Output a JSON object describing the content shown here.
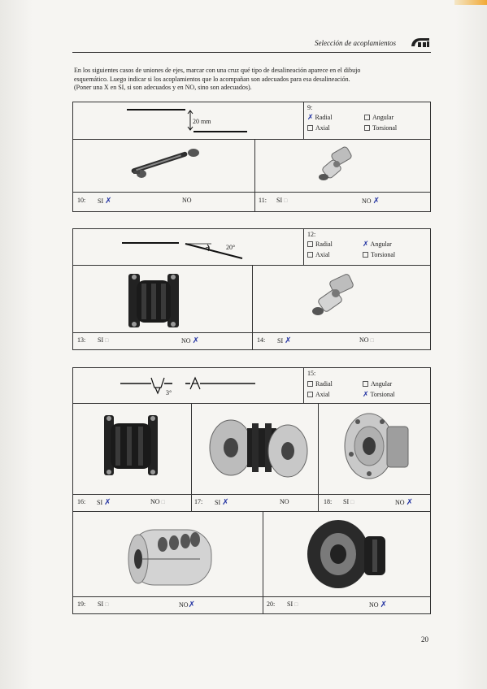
{
  "header": {
    "title": "Selección de acoplamientos"
  },
  "intro": {
    "lines": [
      "En los siguientes casos de uniones de ejes, marcar con una cruz qué tipo de desalineación aparece en el dibujo",
      "esquemático. Luego indicar si los acoplamientos que lo acompañan son adecuados para esa desalineación.",
      "(Poner una X en SI, si son adecuados y en NO, sino son adecuados)."
    ]
  },
  "q9": {
    "number": "9:",
    "dimension": "20 mm",
    "options": {
      "radial": "Radial",
      "angular": "Angular",
      "axial": "Axial",
      "torsional": "Torsional"
    },
    "marked": "radial"
  },
  "q10": {
    "number": "10:",
    "si": "SI",
    "no": "NO",
    "answer": "si"
  },
  "q11": {
    "number": "11:",
    "si": "SI",
    "no": "NO",
    "answer": "no"
  },
  "q12": {
    "number": "12:",
    "angle": "20°",
    "options": {
      "radial": "Radial",
      "angular": "Angular",
      "axial": "Axial",
      "torsional": "Torsional"
    },
    "marked": "angular"
  },
  "q13": {
    "number": "13:",
    "si": "SI",
    "no": "NO",
    "answer": "no"
  },
  "q14": {
    "number": "14:",
    "si": "SI",
    "no": "NO",
    "answer": "si"
  },
  "q15": {
    "number": "15:",
    "angle": "3°",
    "options": {
      "radial": "Radial",
      "angular": "Angular",
      "axial": "Axial",
      "torsional": "Torsional"
    },
    "marked": "torsional"
  },
  "q16": {
    "number": "16:",
    "si": "SI",
    "no": "NO",
    "answer": "si"
  },
  "q17": {
    "number": "17:",
    "si": "SI",
    "no": "NO",
    "answer": "si"
  },
  "q18": {
    "number": "18:",
    "si": "SI",
    "no": "NO",
    "answer": "no"
  },
  "q19": {
    "number": "19:",
    "si": "SI",
    "no": "NO",
    "answer": "no"
  },
  "q20": {
    "number": "20:",
    "si": "SI",
    "no": "NO",
    "answer": "no"
  },
  "page_number": "20",
  "colors": {
    "pen_mark": "#2535a3",
    "rule": "#333333",
    "paper": "#f6f5f2"
  },
  "icons": {
    "mark": "x-mark-icon",
    "checkbox": "checkbox-icon"
  }
}
